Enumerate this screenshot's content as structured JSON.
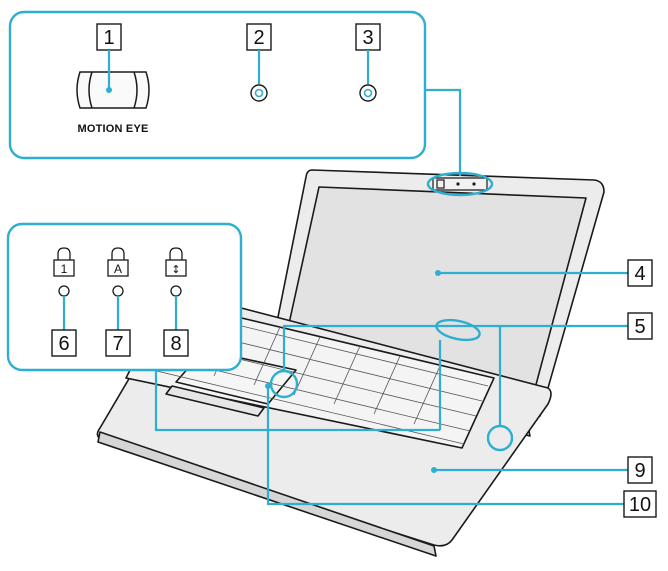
{
  "callouts": {
    "c1": "1",
    "c2": "2",
    "c3": "3",
    "c4": "4",
    "c5": "5",
    "c6": "6",
    "c7": "7",
    "c8": "8",
    "c9": "9",
    "c10": "10"
  },
  "camera_label": "MOTION EYE",
  "indicator_glyphs": {
    "num_lock": "1",
    "caps_lock": "A",
    "scroll_lock": "↕"
  },
  "colors": {
    "leader": "#2eaed0",
    "outline": "#1a1a1a",
    "laptop_fill": "#ededed",
    "screen_fill": "#e4e4e4"
  }
}
